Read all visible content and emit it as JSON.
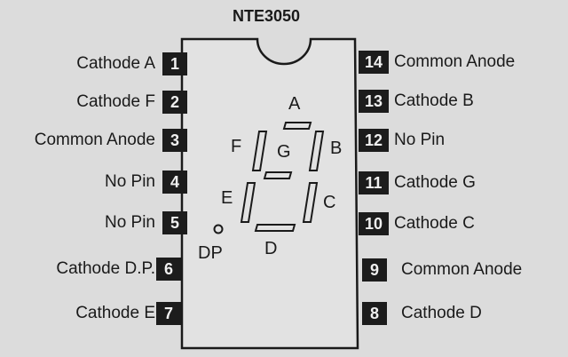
{
  "part_title": "NTE3050",
  "left_pins": [
    {
      "num": "1",
      "label": "Cathode  A"
    },
    {
      "num": "2",
      "label": "Cathode F"
    },
    {
      "num": "3",
      "label": "Common Anode"
    },
    {
      "num": "4",
      "label": "No Pin"
    },
    {
      "num": "5",
      "label": "No Pin"
    },
    {
      "num": "6",
      "label": "Cathode D.P."
    },
    {
      "num": "7",
      "label": "Cathode E"
    }
  ],
  "right_pins": [
    {
      "num": "14",
      "label": "Common Anode"
    },
    {
      "num": "13",
      "label": "Cathode B"
    },
    {
      "num": "12",
      "label": "No Pin"
    },
    {
      "num": "11",
      "label": "Cathode G"
    },
    {
      "num": "10",
      "label": "Cathode C"
    },
    {
      "num": "9",
      "label": "Common Anode"
    },
    {
      "num": "8",
      "label": "Cathode D"
    }
  ],
  "segments": {
    "a": "A",
    "b": "B",
    "c": "C",
    "d": "D",
    "e": "E",
    "f": "F",
    "g": "G",
    "dp": "DP"
  }
}
